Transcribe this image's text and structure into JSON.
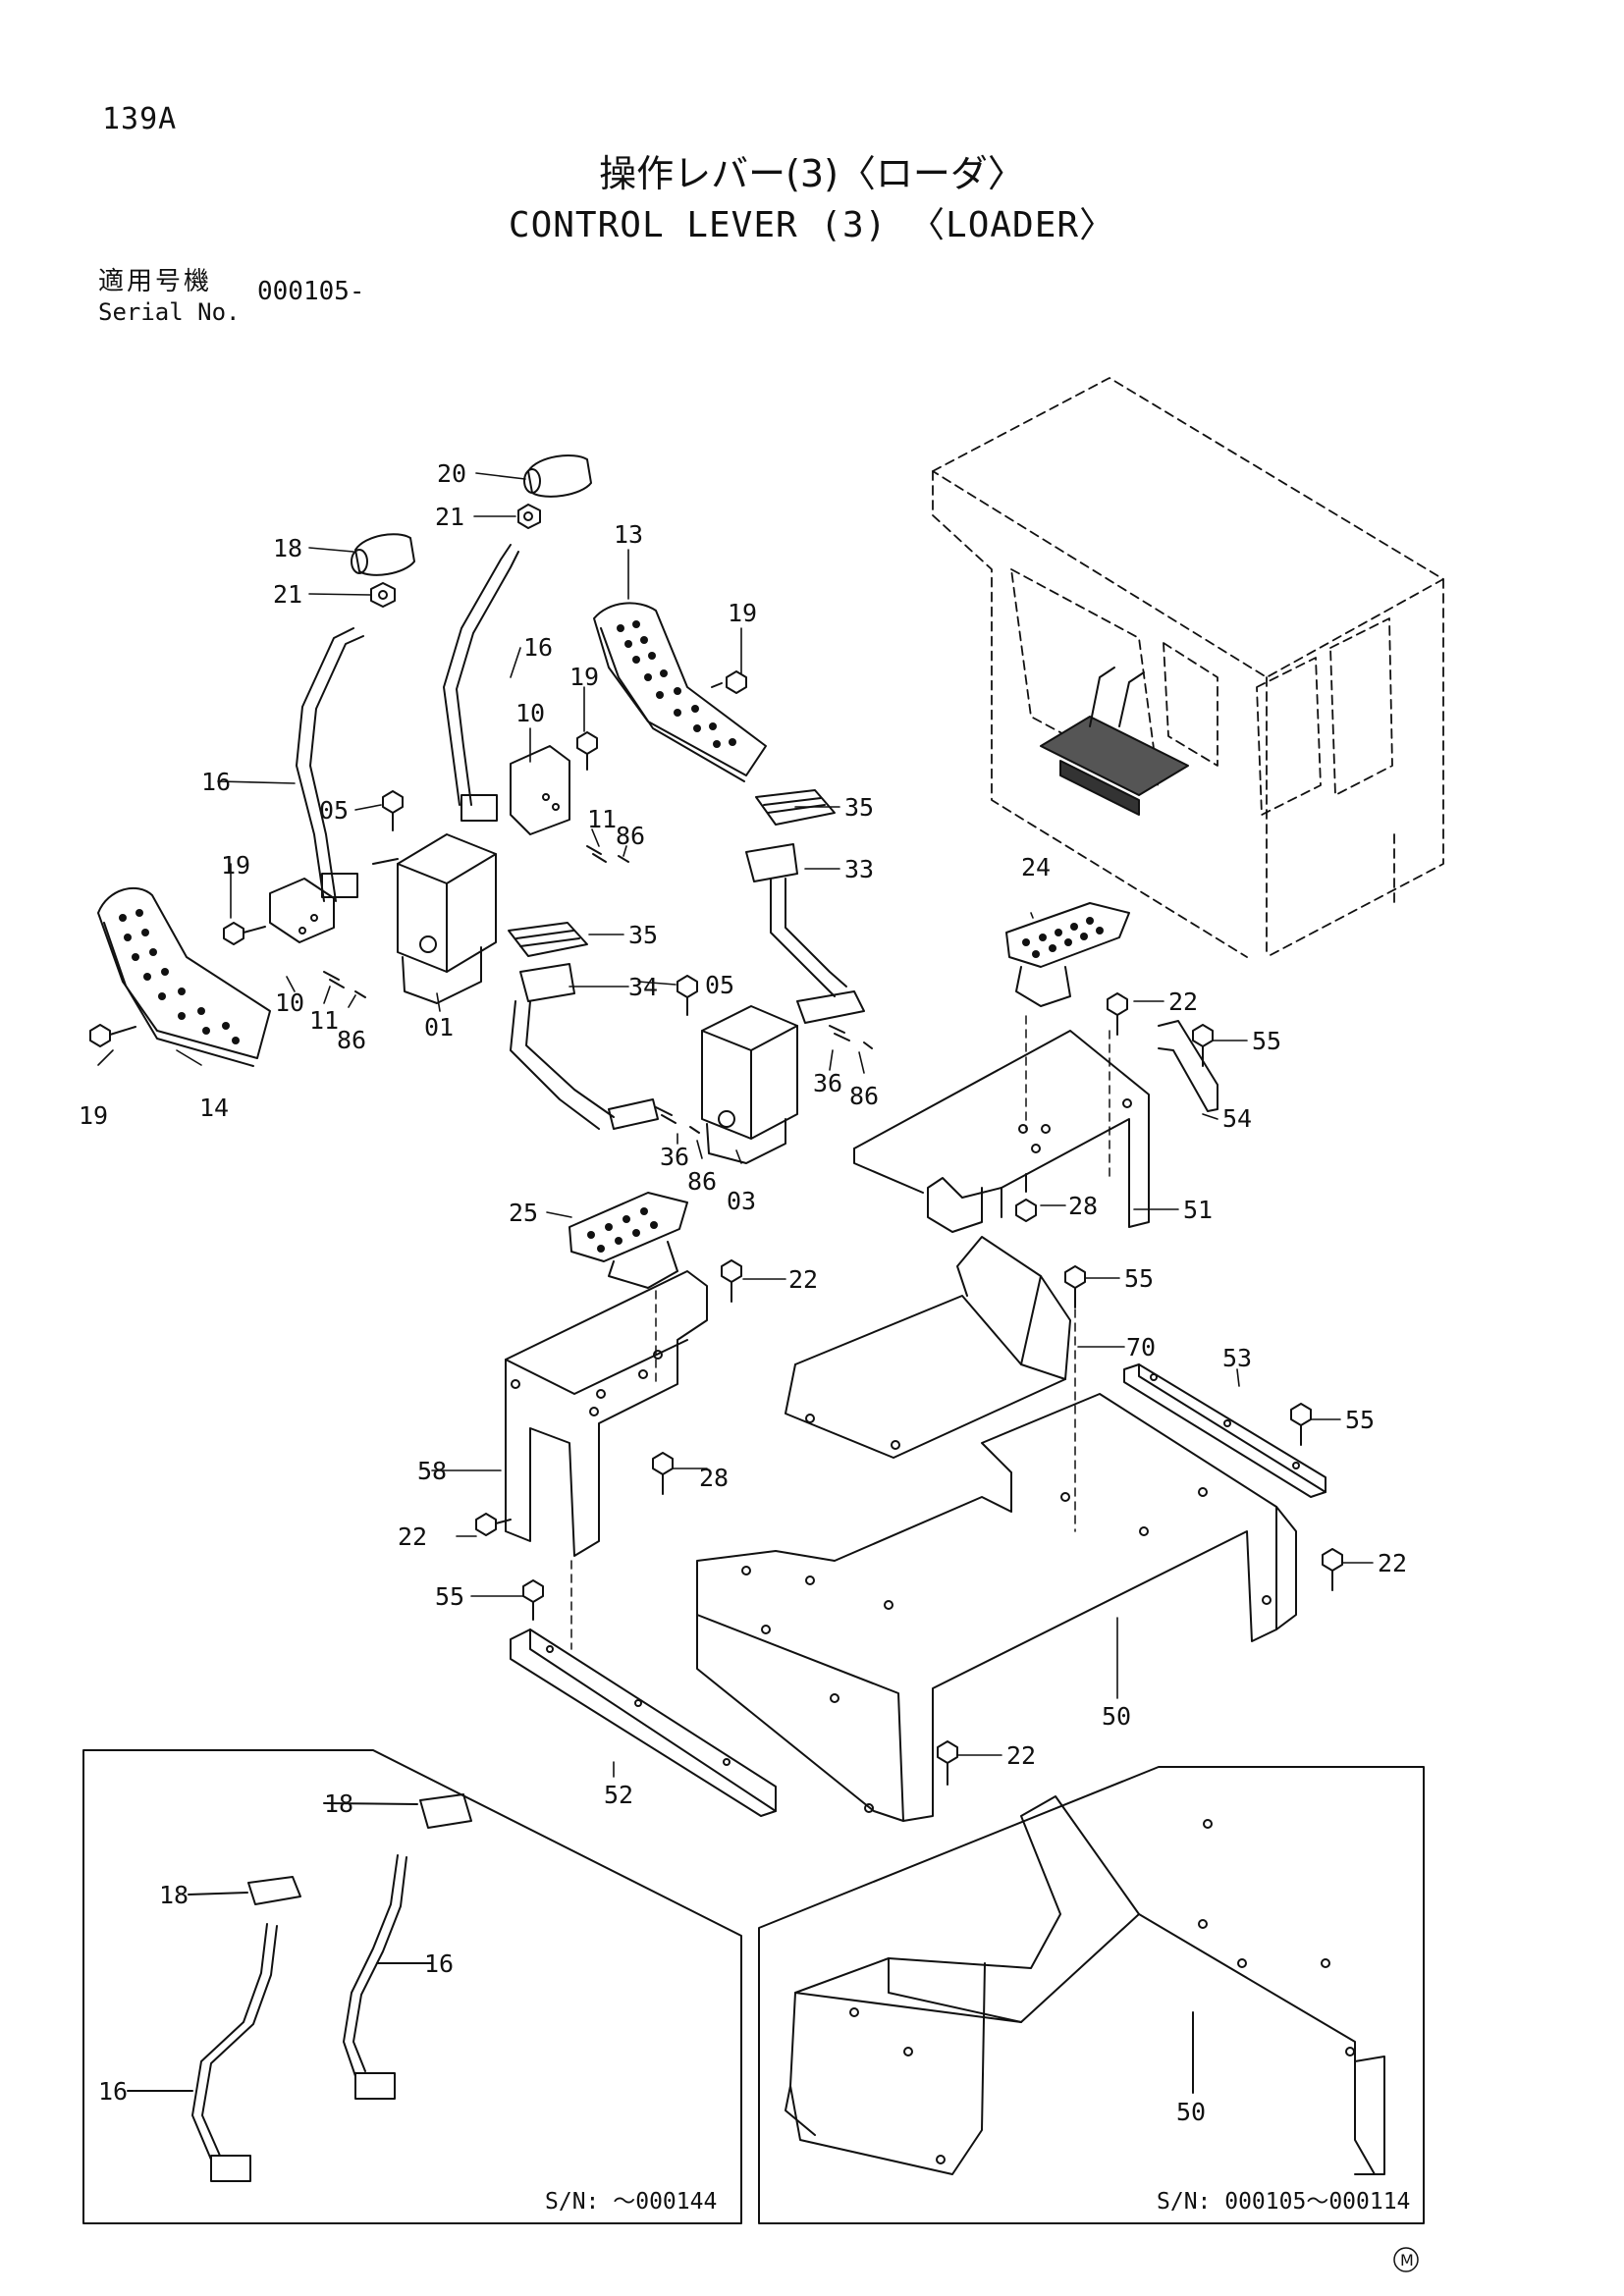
{
  "page_number": "139A",
  "title_jp": "操作レバー(3)〈ローダ〉",
  "title_en": "CONTROL LEVER (3) 〈LOADER〉",
  "serial": {
    "label_jp": "適用号機",
    "label_en": "Serial No.",
    "value": "000105-"
  },
  "callouts": {
    "c20": "20",
    "c21a": "21",
    "c18": "18",
    "c21b": "21",
    "c13": "13",
    "c16a": "16",
    "c19a": "19",
    "c19b": "19",
    "c10a": "10",
    "c16b": "16",
    "c05a": "05",
    "c11a": "11",
    "c86a": "86",
    "c35a": "35",
    "c33": "33",
    "c19c": "19",
    "c10b": "10",
    "c11b": "11",
    "c86b": "86",
    "c01": "01",
    "c35b": "35",
    "c24": "24",
    "c34": "34",
    "c05b": "05",
    "c22a": "22",
    "c55a": "55",
    "c36a": "36",
    "c86c": "86",
    "c54": "54",
    "c19d": "19",
    "c14": "14",
    "c36b": "36",
    "c86d": "86",
    "c03": "03",
    "c28a": "28",
    "c51": "51",
    "c25": "25",
    "c22b": "22",
    "c55b": "55",
    "c70": "70",
    "c53": "53",
    "c55c": "55",
    "c58": "58",
    "c28b": "28",
    "c22c": "22",
    "c22d": "22",
    "c55d": "55",
    "c50a": "50",
    "c22e": "22",
    "c52": "52"
  },
  "inset_left": {
    "callouts": {
      "c18a": "18",
      "c18b": "18",
      "c16a": "16",
      "c16b": "16"
    },
    "serial": "S/N: ～000144"
  },
  "inset_right": {
    "callouts": {
      "c50": "50"
    },
    "serial": "S/N: 000105～000114"
  },
  "corner_mark": "M"
}
